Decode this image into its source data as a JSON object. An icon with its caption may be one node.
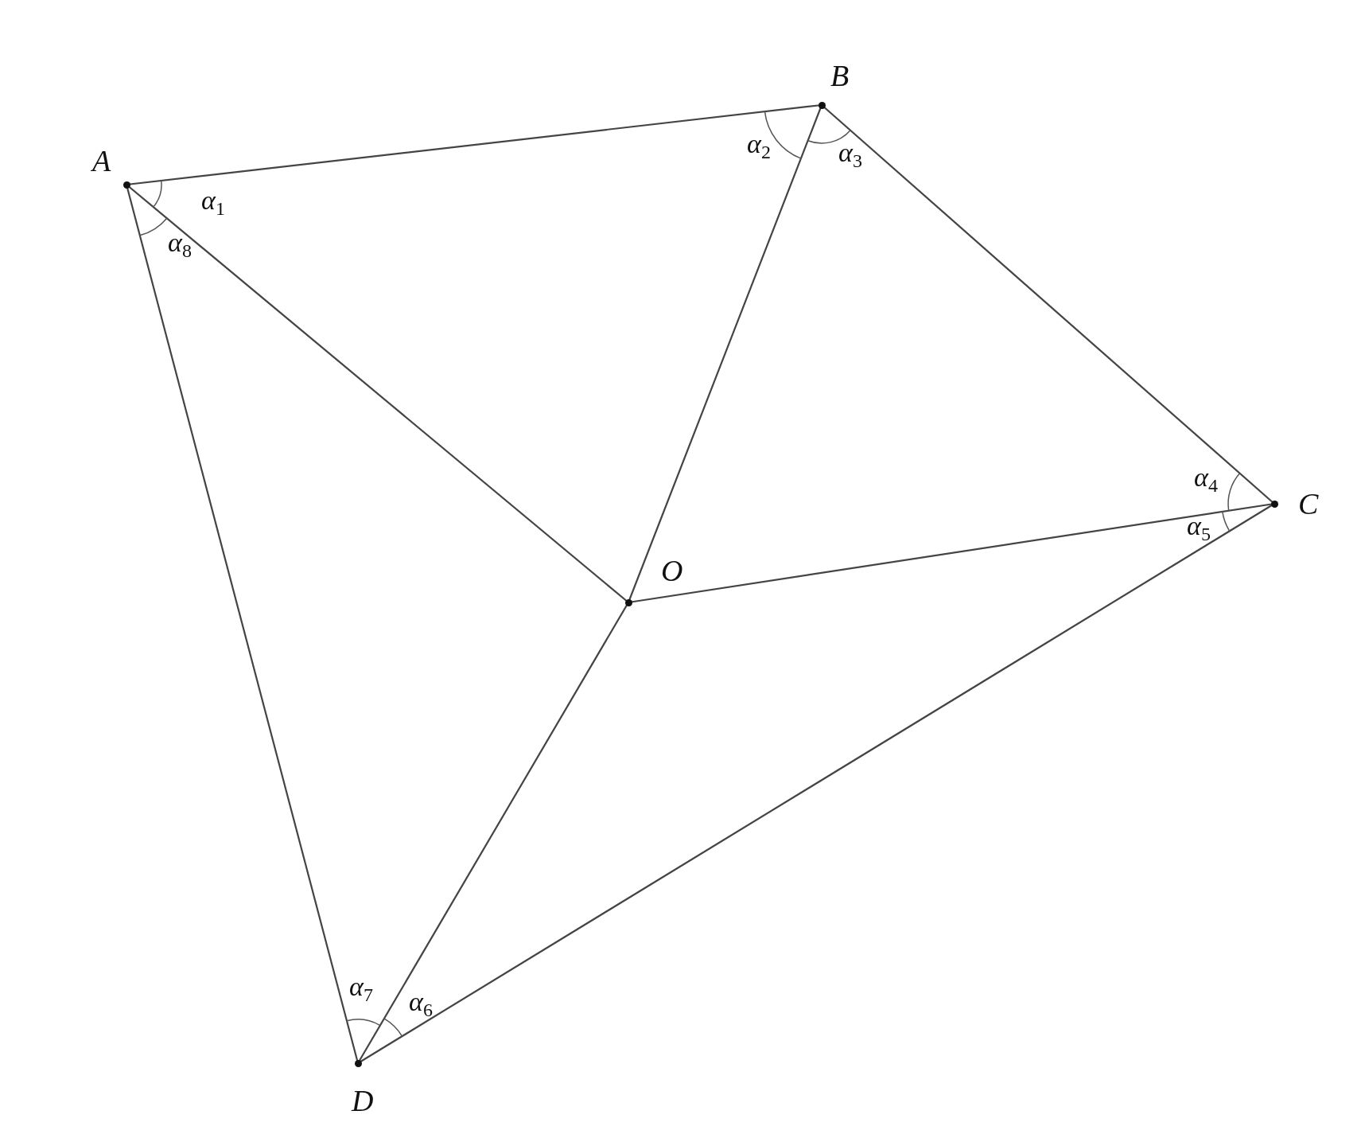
{
  "diagram": {
    "nodes": [
      {
        "text": [
          "A"
        ]
      },
      {
        "text": [
          "B"
        ]
      },
      {
        "text": [
          "C"
        ]
      },
      {
        "text": [
          "D"
        ]
      },
      {
        "text": [
          "O"
        ]
      }
    ],
    "edges": [
      {
        "from": 0,
        "to": 1,
        "arrow": "none"
      },
      {
        "from": 1,
        "to": 2,
        "arrow": "none"
      },
      {
        "from": 2,
        "to": 3,
        "arrow": "none"
      },
      {
        "from": 3,
        "to": 0,
        "arrow": "none"
      },
      {
        "from": 0,
        "to": 4,
        "arrow": "none"
      },
      {
        "from": 1,
        "to": 4,
        "arrow": "none"
      },
      {
        "from": 2,
        "to": 4,
        "arrow": "none"
      },
      {
        "from": 3,
        "to": 4,
        "arrow": "none"
      }
    ],
    "labels": [
      "α$_{2}$",
      "α$_{3}$",
      "α$_{1}$",
      "α$_{8}$",
      "α$_{4}$",
      "α$_{5}$",
      "α$_{7}$",
      "α$_{6}$"
    ]
  }
}
